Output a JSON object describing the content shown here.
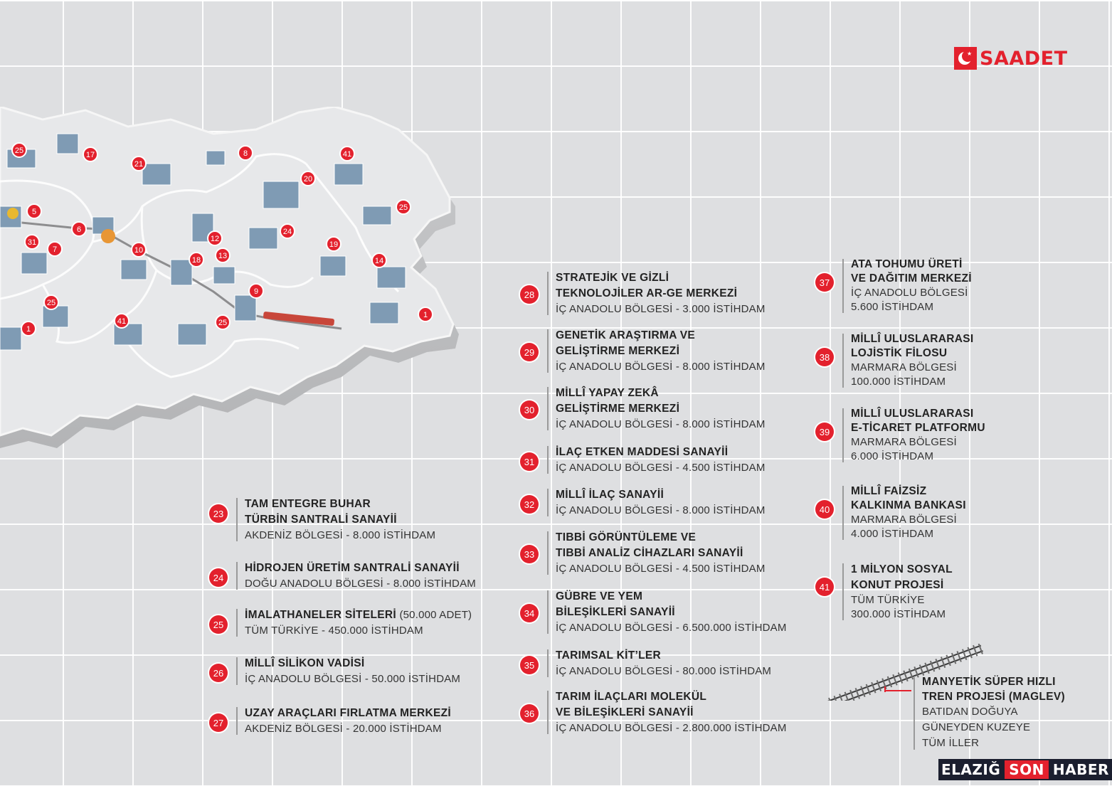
{
  "logo": {
    "brand": "SAADET",
    "color": "#e3212d"
  },
  "map_markers": [
    "25",
    "17",
    "21",
    "8",
    "41",
    "20",
    "25",
    "5",
    "6",
    "12",
    "24",
    "19",
    "31",
    "7",
    "10",
    "18",
    "13",
    "14",
    "25",
    "41",
    "9",
    "25",
    "1",
    "1"
  ],
  "items_left": [
    {
      "num": "23",
      "title": [
        "TAM ENTEGRE BUHAR",
        "TÜRBİN SANTRALİ SANAYİİ"
      ],
      "sub": [
        "AKDENİZ BÖLGESİ - 8.000 İSTİHDAM"
      ]
    },
    {
      "num": "24",
      "title": [
        "HİDROJEN ÜRETİM SANTRALİ SANAYİİ"
      ],
      "sub": [
        "DOĞU ANADOLU BÖLGESİ - 8.000 İSTİHDAM"
      ]
    },
    {
      "num": "25",
      "title": [
        "İMALATHANELER SİTELERİ"
      ],
      "title_suffix": "(50.000 ADET)",
      "sub": [
        "TÜM TÜRKİYE - 450.000 İSTİHDAM"
      ]
    },
    {
      "num": "26",
      "title": [
        "MİLLÎ SİLİKON VADİSİ"
      ],
      "sub": [
        "İÇ ANADOLU BÖLGESİ - 50.000 İSTİHDAM"
      ]
    },
    {
      "num": "27",
      "title": [
        "UZAY ARAÇLARI FIRLATMA MERKEZİ"
      ],
      "sub": [
        "AKDENİZ BÖLGESİ - 20.000 İSTİHDAM"
      ]
    }
  ],
  "items_mid": [
    {
      "num": "28",
      "title": [
        "STRATEJİK VE GİZLİ",
        "TEKNOLOJİLER AR-GE MERKEZİ"
      ],
      "sub": [
        "İÇ ANADOLU BÖLGESİ - 3.000 İSTİHDAM"
      ]
    },
    {
      "num": "29",
      "title": [
        "GENETİK ARAŞTIRMA VE",
        "GELİŞTİRME MERKEZİ"
      ],
      "sub": [
        "İÇ ANADOLU BÖLGESİ - 8.000 İSTİHDAM"
      ]
    },
    {
      "num": "30",
      "title": [
        "MİLLÎ YAPAY ZEKÂ",
        "GELİŞTİRME MERKEZİ"
      ],
      "sub": [
        "İÇ ANADOLU BÖLGESİ - 8.000 İSTİHDAM"
      ]
    },
    {
      "num": "31",
      "title": [
        "İLAÇ ETKEN MADDESİ SANAYİİ"
      ],
      "sub": [
        "İÇ ANADOLU BÖLGESİ - 4.500 İSTİHDAM"
      ]
    },
    {
      "num": "32",
      "title": [
        "MİLLÎ İLAÇ SANAYİİ"
      ],
      "sub": [
        "İÇ ANADOLU BÖLGESİ - 8.000 İSTİHDAM"
      ]
    },
    {
      "num": "33",
      "title": [
        "TIBBİ GÖRÜNTÜLEME VE",
        "TIBBİ ANALİZ CİHAZLARI SANAYİİ"
      ],
      "sub": [
        "İÇ ANADOLU BÖLGESİ - 4.500 İSTİHDAM"
      ]
    },
    {
      "num": "34",
      "title": [
        "GÜBRE VE YEM",
        "BİLEŞİKLERİ SANAYİİ"
      ],
      "sub": [
        "İÇ ANADOLU BÖLGESİ - 6.500.000 İSTİHDAM"
      ]
    },
    {
      "num": "35",
      "title": [
        "TARIMSAL KİT’LER"
      ],
      "sub": [
        "İÇ ANADOLU BÖLGESİ - 80.000 İSTİHDAM"
      ]
    },
    {
      "num": "36",
      "title": [
        "TARIM İLAÇLARI MOLEKÜL",
        "VE BİLEŞİKLERİ SANAYİİ"
      ],
      "sub": [
        "İÇ ANADOLU BÖLGESİ - 2.800.000 İSTİHDAM"
      ]
    }
  ],
  "items_right": [
    {
      "num": "37",
      "title": [
        "ATA TOHUMU ÜRETİ",
        "VE DAĞITIM MERKEZİ"
      ],
      "sub": [
        "İÇ ANADOLU BÖLGESİ",
        "5.600 İSTİHDAM"
      ]
    },
    {
      "num": "38",
      "title": [
        "MİLLÎ ULUSLARARASI",
        "LOJİSTİK FİLOSU"
      ],
      "sub": [
        "MARMARA BÖLGESİ",
        "100.000 İSTİHDAM"
      ]
    },
    {
      "num": "39",
      "title": [
        "MİLLÎ ULUSLARARASI",
        "E-TİCARET PLATFORMU"
      ],
      "sub": [
        "MARMARA BÖLGESİ",
        "6.000 İSTİHDAM"
      ]
    },
    {
      "num": "40",
      "title": [
        "MİLLÎ FAİZSİZ",
        "KALKINMA BANKASI"
      ],
      "sub": [
        "MARMARA BÖLGESİ",
        "4.000 İSTİHDAM"
      ]
    },
    {
      "num": "41",
      "title": [
        "1 MİLYON SOSYAL",
        "KONUT PROJESİ"
      ],
      "sub": [
        "TÜM TÜRKİYE",
        "300.000 İSTİHDAM"
      ]
    }
  ],
  "maglev": {
    "title": [
      "MANYETİK SÜPER HIZLI",
      "TREN PROJESİ (MAGLEV)"
    ],
    "sub": [
      "BATIDAN DOĞUYA",
      "GÜNEYDEN KUZEYE",
      "TÜM İLLER"
    ]
  },
  "watermark": {
    "part1": "ELAZIĞ",
    "part2": "SON",
    "part3": "HABER"
  }
}
